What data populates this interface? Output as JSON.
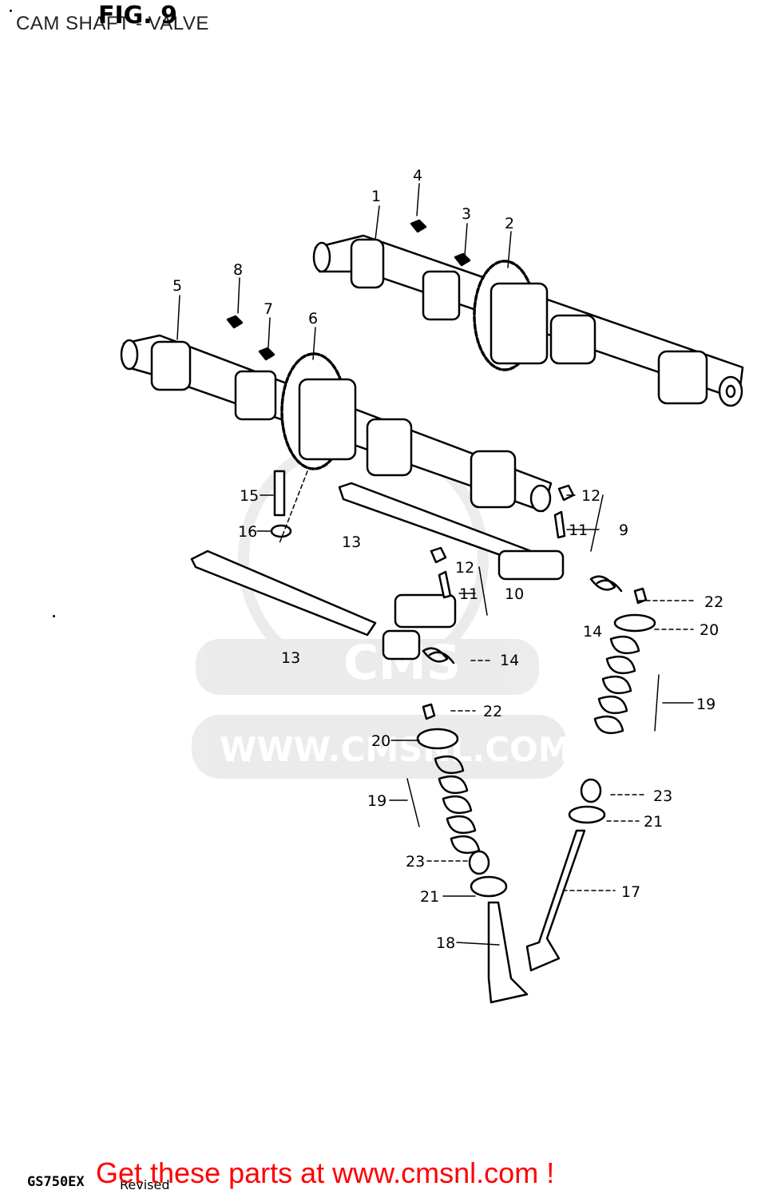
{
  "header": {
    "title": "CAM SHAFT - VALVE",
    "figure_label": "FIG. 9"
  },
  "watermark": {
    "brand": "CMS",
    "url": "WWW.CMSNL.COM"
  },
  "callouts": {
    "c1": "1",
    "c2": "2",
    "c3": "3",
    "c4": "4",
    "c5": "5",
    "c6": "6",
    "c7": "7",
    "c8": "8",
    "c9": "9",
    "c10": "10",
    "c11a": "11",
    "c11b": "11",
    "c12a": "12",
    "c12b": "12",
    "c13a": "13",
    "c13b": "13",
    "c14a": "14",
    "c14b": "14",
    "c15": "15",
    "c16": "16",
    "c17": "17",
    "c18": "18",
    "c19a": "19",
    "c19b": "19",
    "c20a": "20",
    "c20b": "20",
    "c21a": "21",
    "c21b": "21",
    "c22a": "22",
    "c22b": "22",
    "c23a": "23",
    "c23b": "23"
  },
  "footer": {
    "model": "GS750EX",
    "revised": "Revised",
    "link_text": "Get these parts at www.cmsnl.com !"
  },
  "colors": {
    "link": "#ff0000",
    "watermark": "#d9d9d9"
  }
}
